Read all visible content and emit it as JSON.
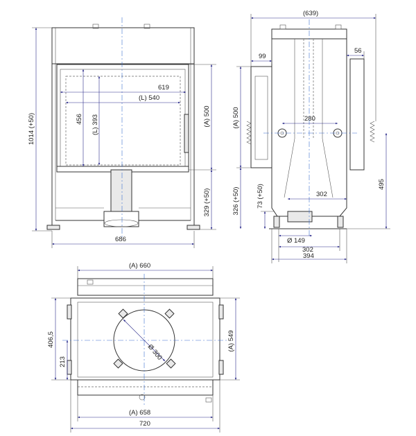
{
  "front_view": {
    "height_total": "1014 (+50)",
    "inner_width": "619",
    "glass_width": "(L) 540",
    "inner_height": "456",
    "glass_height": "(L) 393",
    "opening_height": "(A) 500",
    "base_height": "329 (+50)",
    "outer_width": "686"
  },
  "side_view": {
    "depth": "(639)",
    "left_offset": "99",
    "right_offset": "56",
    "opening_height": "(A) 500",
    "connector_spacing": "280",
    "base_height": "326 (+50)",
    "foot_height": "73 (+50)",
    "flue_offset": "302",
    "right_height": "495",
    "flue_diameter": "Ø 149",
    "bottom_spacing": "302",
    "total_depth": "394"
  },
  "top_view": {
    "top_width": "(A) 660",
    "depth": "(A) 549",
    "offset_large": "406,5",
    "offset_small": "213",
    "flue_diameter": "Ø 300",
    "bottom_inner": "(A) 658",
    "bottom_outer": "720"
  }
}
